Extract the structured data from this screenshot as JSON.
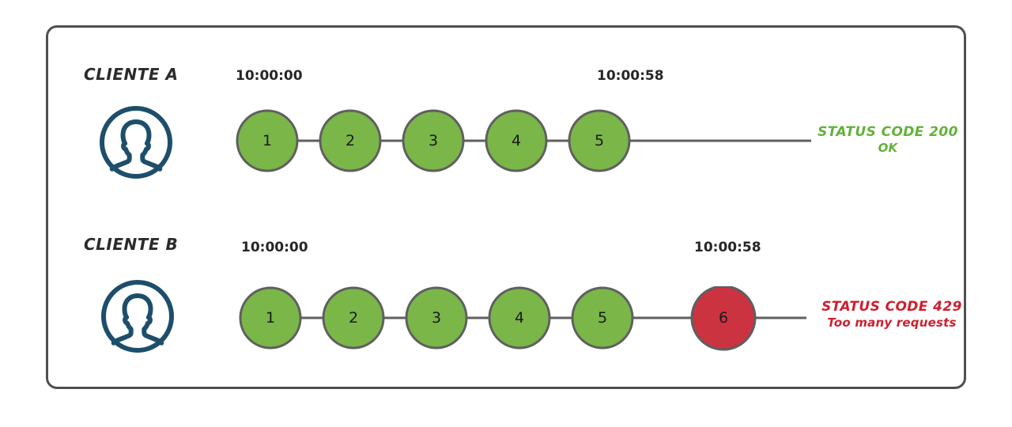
{
  "diagram": {
    "title_hidden": "",
    "frame": {
      "border_color": "#4f4f4f"
    },
    "colors": {
      "node_ok": "#7ab648",
      "node_error": "#cc3340",
      "node_stroke": "#5f5f5f",
      "link": "#5f5f5f",
      "avatar": "#1d4e6b",
      "status_ok": "#63b13a",
      "status_error": "#cc2030",
      "text": "#2b2b2b"
    },
    "rows": [
      {
        "id": "cliente-a",
        "client_label": "CLIENTE A",
        "avatar_icon": "user-avatar-icon",
        "start_time": "10:00:00",
        "end_time": "10:00:58",
        "nodes": [
          {
            "label": "1",
            "state": "ok"
          },
          {
            "label": "2",
            "state": "ok"
          },
          {
            "label": "3",
            "state": "ok"
          },
          {
            "label": "4",
            "state": "ok"
          },
          {
            "label": "5",
            "state": "ok"
          }
        ],
        "status": {
          "code_line": "STATUS CODE 200",
          "detail_line": "OK",
          "state": "ok"
        }
      },
      {
        "id": "cliente-b",
        "client_label": "CLIENTE B",
        "avatar_icon": "user-avatar-icon",
        "start_time": "10:00:00",
        "end_time": "10:00:58",
        "nodes": [
          {
            "label": "1",
            "state": "ok"
          },
          {
            "label": "2",
            "state": "ok"
          },
          {
            "label": "3",
            "state": "ok"
          },
          {
            "label": "4",
            "state": "ok"
          },
          {
            "label": "5",
            "state": "ok"
          },
          {
            "label": "6",
            "state": "error"
          }
        ],
        "status": {
          "code_line": "STATUS CODE 429",
          "detail_line": "Too many requests",
          "state": "error"
        }
      }
    ]
  }
}
